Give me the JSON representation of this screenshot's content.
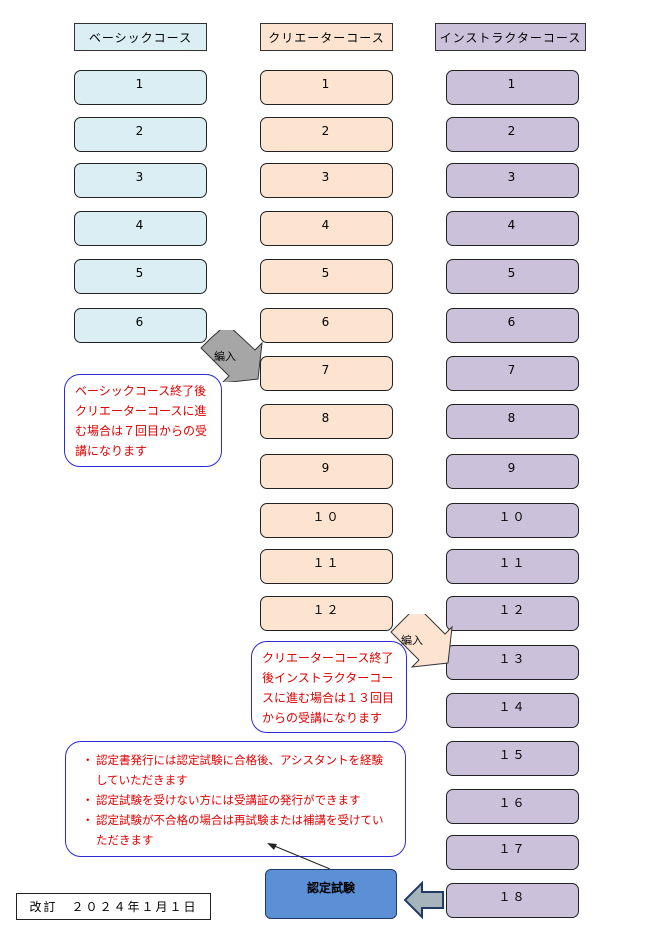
{
  "columns": [
    {
      "header": "ベーシックコース",
      "items": [
        "1",
        "2",
        "3",
        "4",
        "5",
        "6"
      ]
    },
    {
      "header": "クリエーターコース",
      "items": [
        "1",
        "2",
        "3",
        "4",
        "5",
        "6",
        "7",
        "8",
        "9",
        "１０",
        "１１",
        "１２"
      ]
    },
    {
      "header": "インストラクターコース",
      "items": [
        "1",
        "2",
        "3",
        "4",
        "5",
        "6",
        "7",
        "8",
        "9",
        "１０",
        "１１",
        "１２",
        "１３",
        "１４",
        "１５",
        "１６",
        "１７",
        "１８"
      ]
    }
  ],
  "arrow_labels": {
    "first": "編入",
    "second": "編入"
  },
  "notes": {
    "basic": [
      "ベーシックコース終了後",
      "クリエーターコースに進",
      "む場合は７回目からの受",
      "講になります"
    ],
    "creator": [
      "クリエーターコース終了",
      "後インストラクターコー",
      "スに進む場合は１３回目",
      "からの受講になります"
    ],
    "certification": [
      "認定書発行には認定試験に合格後、アシスタントを経験していただきます",
      "認定試験を受けない方には受講証の発行ができます",
      "認定試験が不合格の場合は再試験または補講を受けていただきます"
    ]
  },
  "exam_label": "認定試験",
  "revision": "改訂　２０２４年１月１日",
  "colors": {
    "basic": "#daeef3",
    "creator": "#fce4d0",
    "instructor": "#ccc1da",
    "exam": "#5b8fd6",
    "note_text": "#e00000",
    "note_border": "#2a2ad6"
  }
}
